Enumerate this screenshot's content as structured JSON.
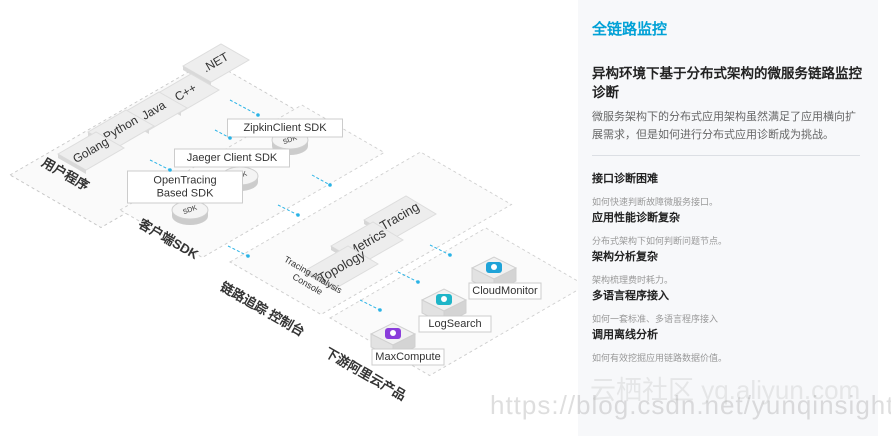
{
  "panel": {
    "title": "全链路监控",
    "heading": "异构环境下基于分布式架构的微服务链路监控诊断",
    "description": "微服务架构下的分布式应用架构虽然满足了应用横向扩展需求，但是如何进行分布式应用诊断成为挑战。",
    "features": [
      {
        "title": "接口诊断困难",
        "desc": "如何快速判断故障微服务接口。"
      },
      {
        "title": "应用性能诊断复杂",
        "desc": "分布式架构下如何判断问题节点。"
      },
      {
        "title": "架构分析复杂",
        "desc": "架构梳理费时耗力。"
      },
      {
        "title": "多语言程序接入",
        "desc": "如何一套标准、多语言程序接入"
      },
      {
        "title": "调用离线分析",
        "desc": "如何有效挖掘应用链路数据价值。"
      }
    ]
  },
  "diagram": {
    "layers": {
      "user": "用户程序",
      "sdk": "客户端SDK",
      "console": "链路追踪 控制台",
      "cloud": "下游阿里云产品"
    },
    "languages": [
      ".NET",
      "C++",
      "Java",
      "Python",
      "Golang"
    ],
    "sdks": [
      {
        "label": "ZipkinClient SDK",
        "disk": "SDK"
      },
      {
        "label": "Jaeger Client SDK",
        "disk": "SDK"
      },
      {
        "label": "OpenTracing\nBased SDK",
        "disk": "SDK"
      }
    ],
    "console_items": [
      "Tracing",
      "Metrics",
      "Topology"
    ],
    "console_label": "Tracing Analysis\nConsole",
    "products": [
      {
        "label": "CloudMonitor",
        "icon": "cloudmonitor-icon",
        "color": "#1fa3d8"
      },
      {
        "label": "LogSearch",
        "icon": "logsearch-icon",
        "color": "#1fb5c8"
      },
      {
        "label": "MaxCompute",
        "icon": "maxcompute-icon",
        "color": "#8a3ddb"
      }
    ],
    "accent_color": "#2ab3e6"
  },
  "watermark": {
    "text": "https://blog.csdn.net/yunqinsight",
    "text2": "云栖社区 yq.aliyun.com"
  }
}
